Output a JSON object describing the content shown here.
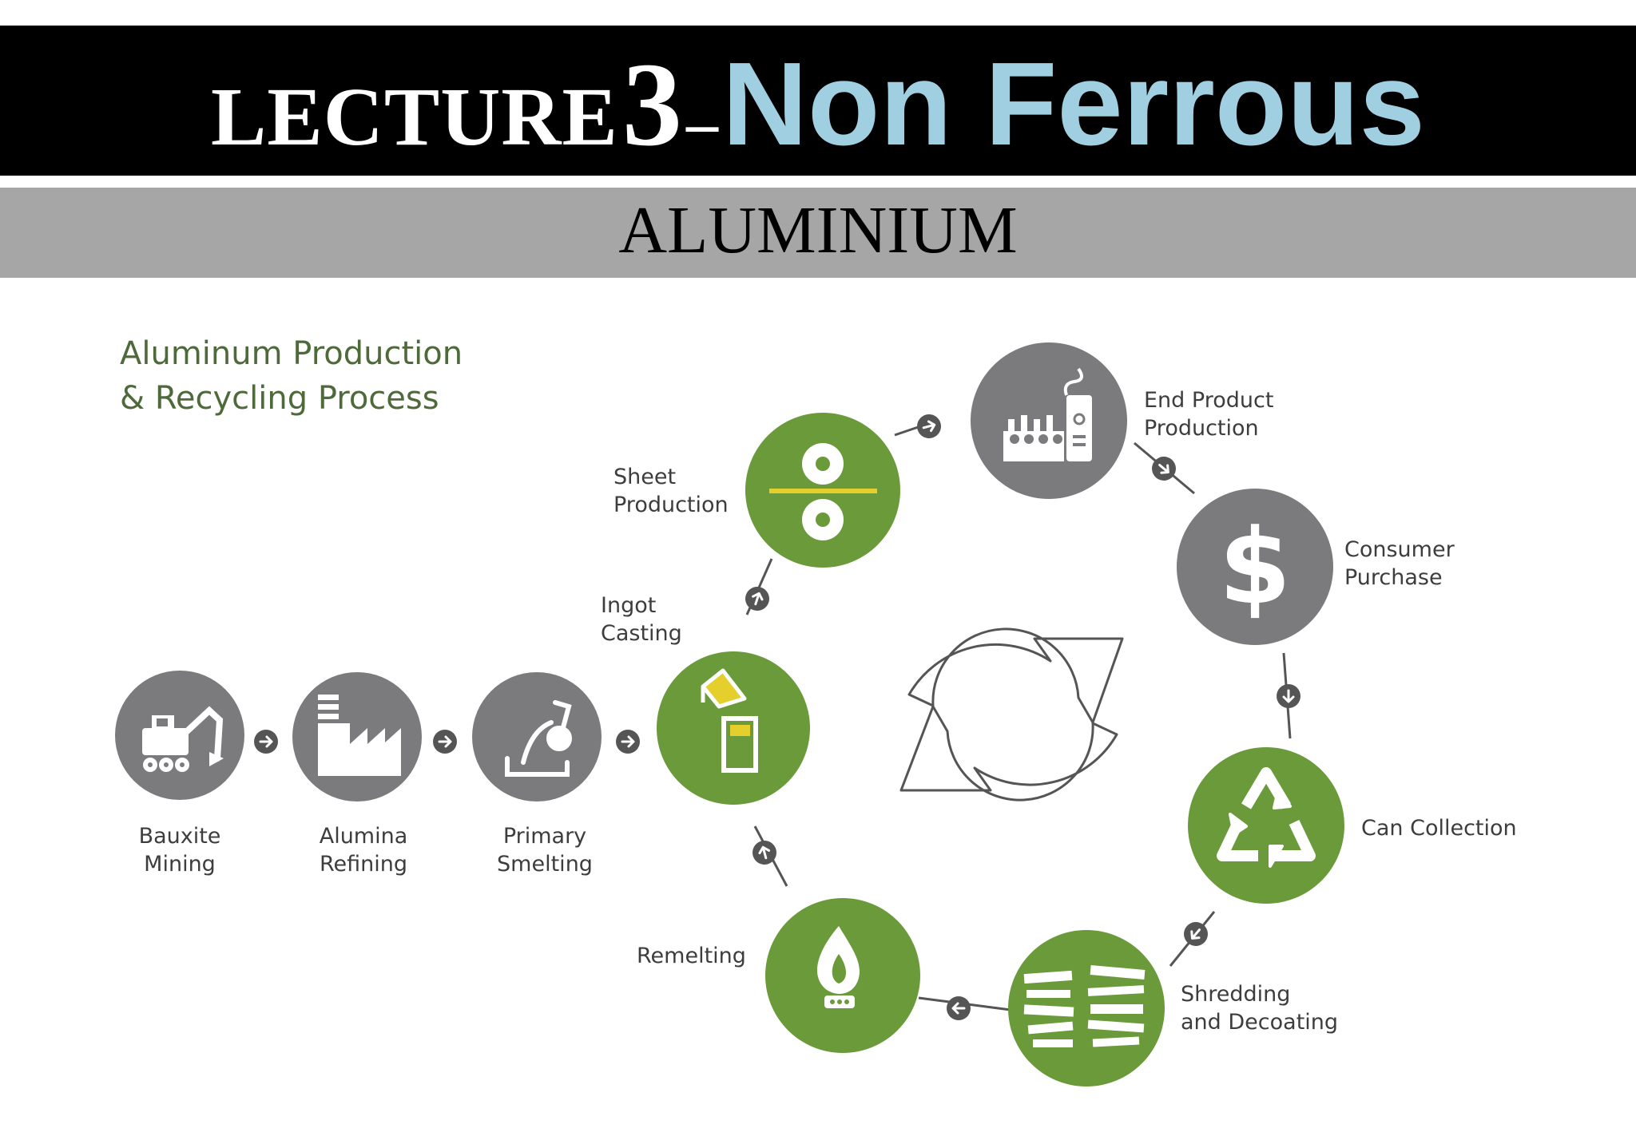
{
  "header": {
    "lecture_word": "LECTURE",
    "lecture_number": "3",
    "dash": "–",
    "topic": "Non Ferrous",
    "subtitle": "ALUMINIUM"
  },
  "diagram": {
    "title_line1": "Aluminum Production",
    "title_line2": "& Recycling Process",
    "steps": [
      {
        "id": "bauxite-mining",
        "label_line1": "Bauxite",
        "label_line2": "Mining",
        "color": "gray",
        "icon": "excavator-icon"
      },
      {
        "id": "alumina-refining",
        "label_line1": "Alumina",
        "label_line2": "Refining",
        "color": "gray",
        "icon": "refinery-icon"
      },
      {
        "id": "primary-smelting",
        "label_line1": "Primary",
        "label_line2": "Smelting",
        "color": "gray",
        "icon": "smelting-icon"
      },
      {
        "id": "ingot-casting",
        "label_line1": "Ingot",
        "label_line2": "Casting",
        "color": "green",
        "icon": "ingot-casting-icon"
      },
      {
        "id": "sheet-production",
        "label_line1": "Sheet",
        "label_line2": "Production",
        "color": "green",
        "icon": "rollers-icon"
      },
      {
        "id": "end-product-production",
        "label_line1": "End Product",
        "label_line2": "Production",
        "color": "gray",
        "icon": "factory-icon"
      },
      {
        "id": "consumer-purchase",
        "label_line1": "Consumer",
        "label_line2": "Purchase",
        "color": "gray",
        "icon": "dollar-icon"
      },
      {
        "id": "can-collection",
        "label_line1": "Can Collection",
        "label_line2": "",
        "color": "green",
        "icon": "recycle-icon"
      },
      {
        "id": "shredding-decoating",
        "label_line1": "Shredding",
        "label_line2": "and Decoating",
        "color": "green",
        "icon": "shredding-icon"
      },
      {
        "id": "remelting",
        "label_line1": "Remelting",
        "label_line2": "",
        "color": "green",
        "icon": "flame-icon"
      }
    ],
    "colors": {
      "green": "#6a9a3a",
      "gray": "#7b7b7d",
      "accent_yellow": "#e4cf2c",
      "arrow": "#555555"
    }
  }
}
